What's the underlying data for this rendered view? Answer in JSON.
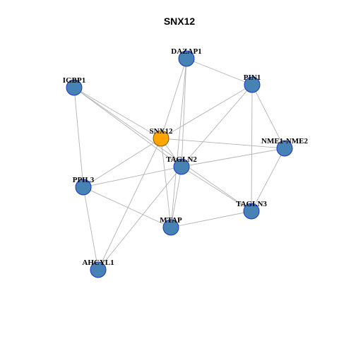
{
  "title": "SNX12",
  "colors": {
    "edge": "#b3b3b3",
    "node_fill": "#4682b4",
    "node_stroke": "#1a33cc",
    "focus_fill": "#ffa500",
    "focus_stroke": "#8a5a00"
  },
  "nodes": [
    {
      "id": "SNX12",
      "label": "SNX12",
      "focus": true
    },
    {
      "id": "DAZAP1",
      "label": "DAZAP1",
      "focus": false
    },
    {
      "id": "IGBP1",
      "label": "IGBP1",
      "focus": false
    },
    {
      "id": "PIN1",
      "label": "PIN1",
      "focus": false
    },
    {
      "id": "NME1-NME2",
      "label": "NME1-NME2",
      "focus": false
    },
    {
      "id": "TAGLN2",
      "label": "TAGLN2",
      "focus": false
    },
    {
      "id": "PPIL3",
      "label": "PPIL3",
      "focus": false
    },
    {
      "id": "TAGLN3",
      "label": "TAGLN3",
      "focus": false
    },
    {
      "id": "MTAP",
      "label": "MTAP",
      "focus": false
    },
    {
      "id": "AHCYL1",
      "label": "AHCYL1",
      "focus": false
    }
  ],
  "edges": [
    [
      "DAZAP1",
      "PIN1"
    ],
    [
      "DAZAP1",
      "SNX12"
    ],
    [
      "DAZAP1",
      "TAGLN2"
    ],
    [
      "DAZAP1",
      "MTAP"
    ],
    [
      "IGBP1",
      "SNX12"
    ],
    [
      "IGBP1",
      "TAGLN2"
    ],
    [
      "IGBP1",
      "PPIL3"
    ],
    [
      "IGBP1",
      "TAGLN3"
    ],
    [
      "PIN1",
      "SNX12"
    ],
    [
      "PIN1",
      "TAGLN2"
    ],
    [
      "PIN1",
      "NME1-NME2"
    ],
    [
      "PIN1",
      "TAGLN3"
    ],
    [
      "SNX12",
      "NME1-NME2"
    ],
    [
      "SNX12",
      "PPIL3"
    ],
    [
      "SNX12",
      "MTAP"
    ],
    [
      "SNX12",
      "AHCYL1"
    ],
    [
      "SNX12",
      "TAGLN2"
    ],
    [
      "TAGLN2",
      "NME1-NME2"
    ],
    [
      "TAGLN2",
      "PPIL3"
    ],
    [
      "TAGLN2",
      "TAGLN3"
    ],
    [
      "TAGLN2",
      "MTAP"
    ],
    [
      "TAGLN2",
      "AHCYL1"
    ],
    [
      "NME1-NME2",
      "TAGLN3"
    ],
    [
      "PPIL3",
      "MTAP"
    ],
    [
      "PPIL3",
      "AHCYL1"
    ],
    [
      "MTAP",
      "TAGLN3"
    ]
  ]
}
